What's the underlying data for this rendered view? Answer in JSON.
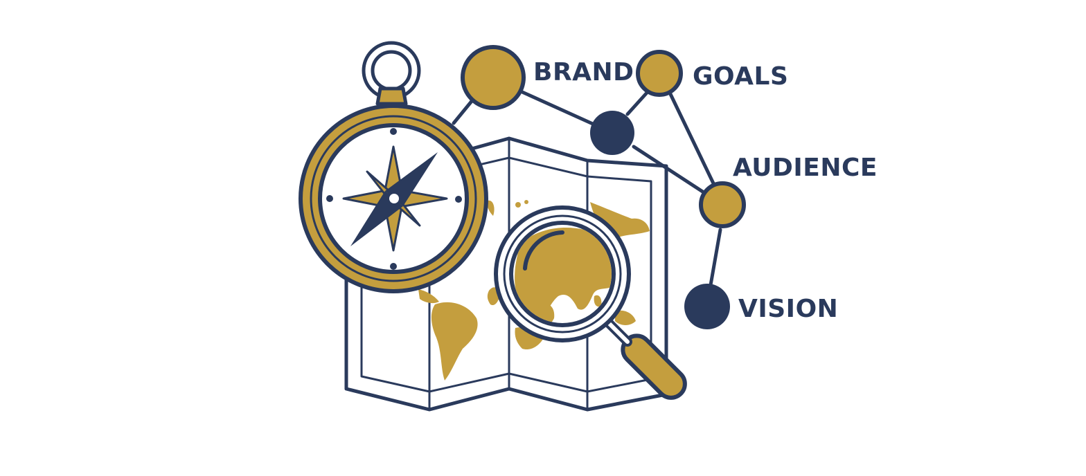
{
  "colors": {
    "navy": "#2a3a5c",
    "gold": "#c49e3e",
    "background": "#ffffff"
  },
  "labels": {
    "brand": "BRAND",
    "goals": "GOALS",
    "audience": "AUDIENCE",
    "vision": "VISION"
  },
  "icons": [
    "folded-map-icon",
    "compass-icon",
    "magnifying-glass-icon",
    "network-nodes-icon"
  ]
}
